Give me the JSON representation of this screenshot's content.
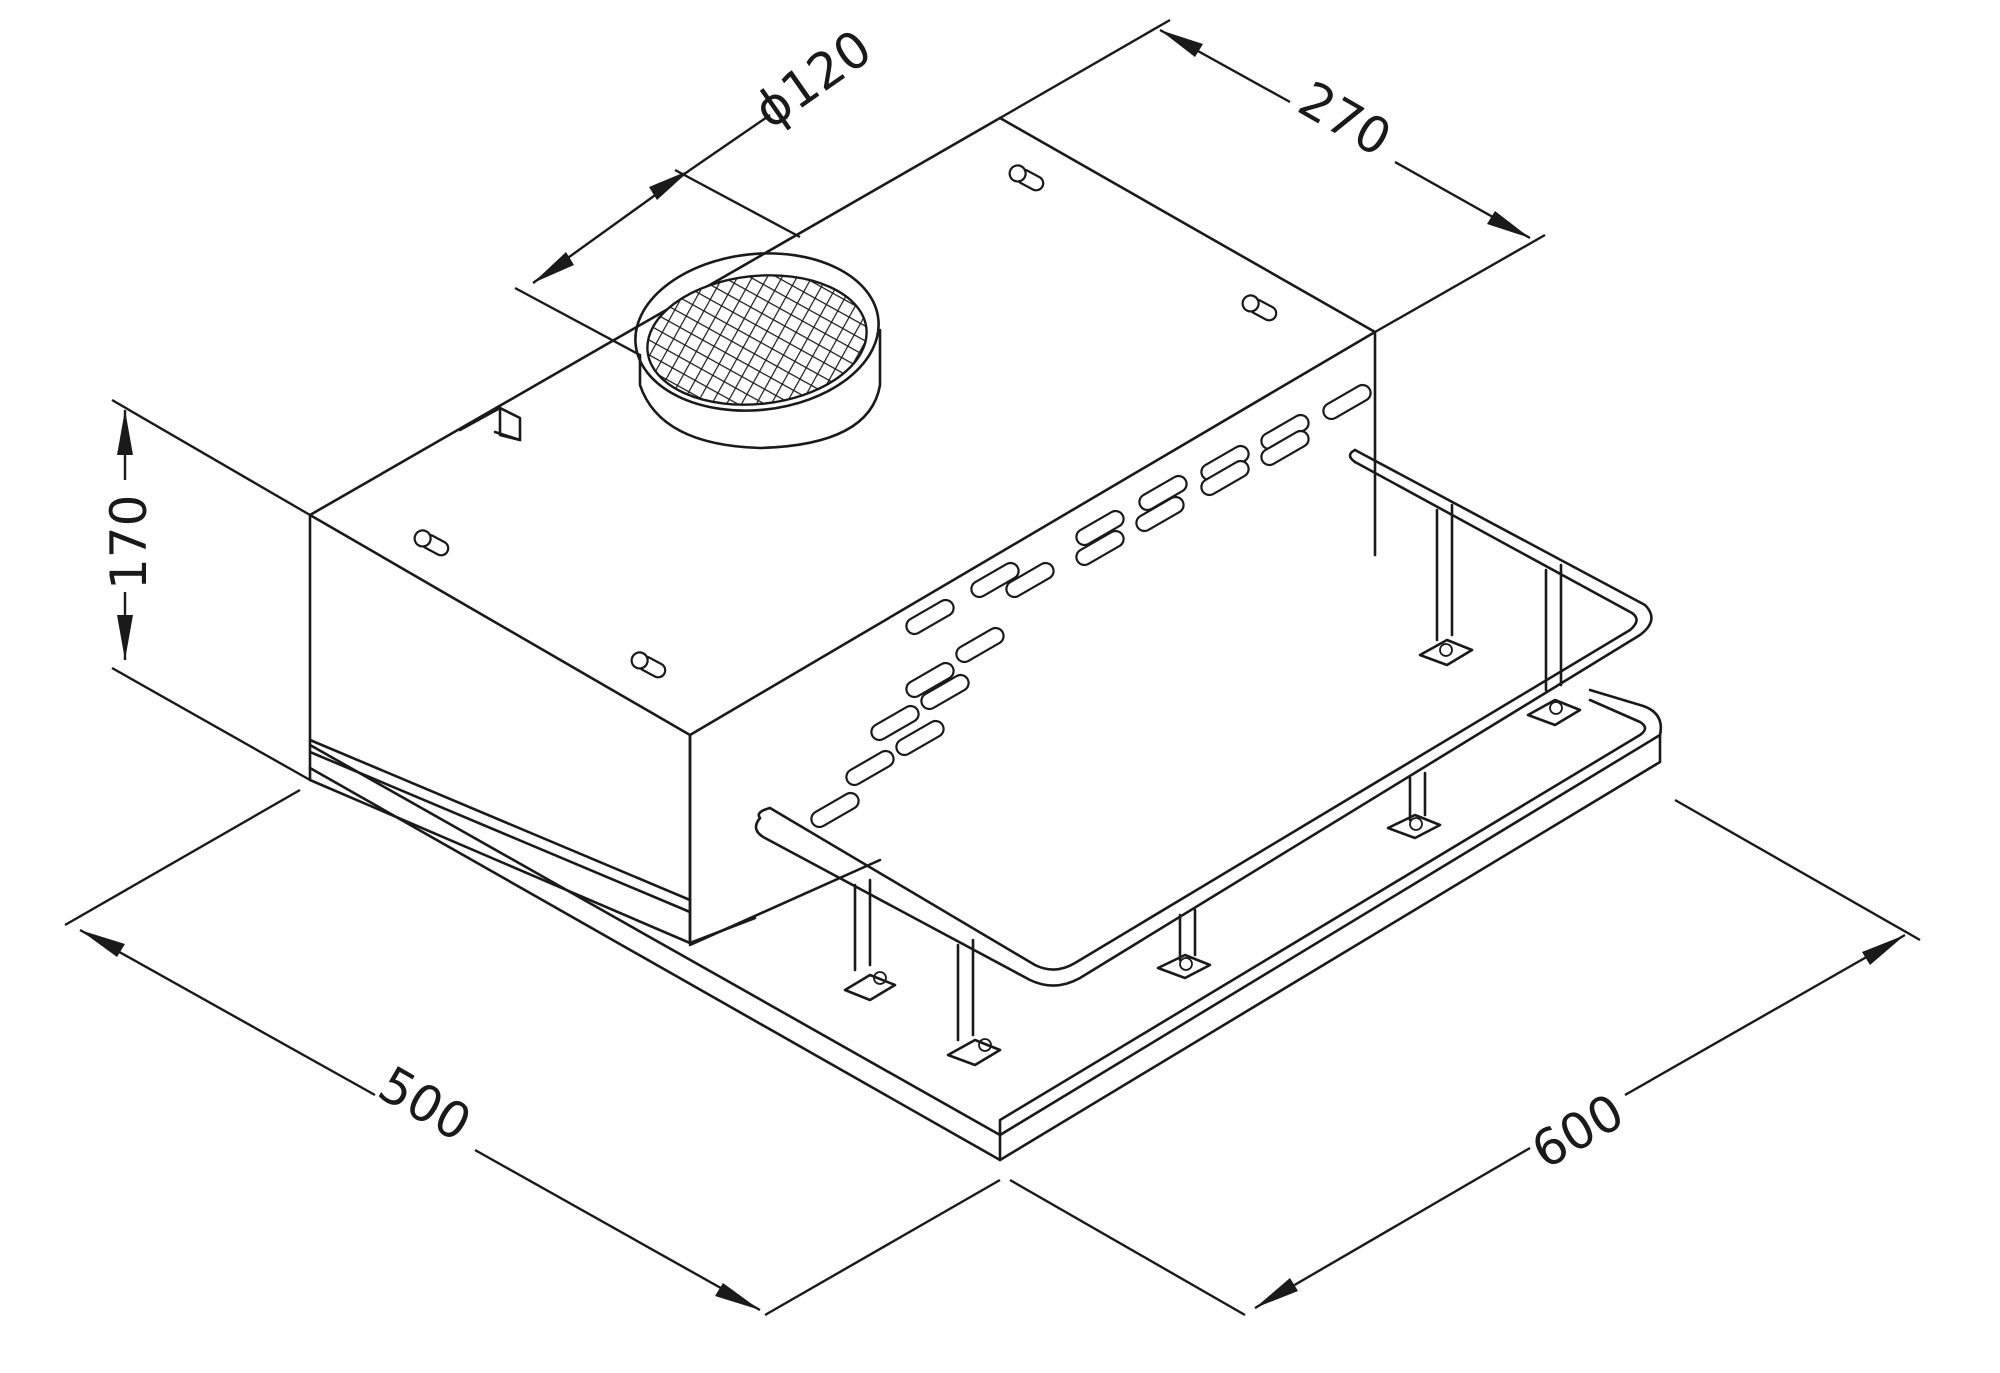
{
  "diagram": {
    "dimensions": {
      "diameter": "ϕ120",
      "depth_top": "270",
      "height": "170",
      "depth": "500",
      "width": "600"
    }
  }
}
